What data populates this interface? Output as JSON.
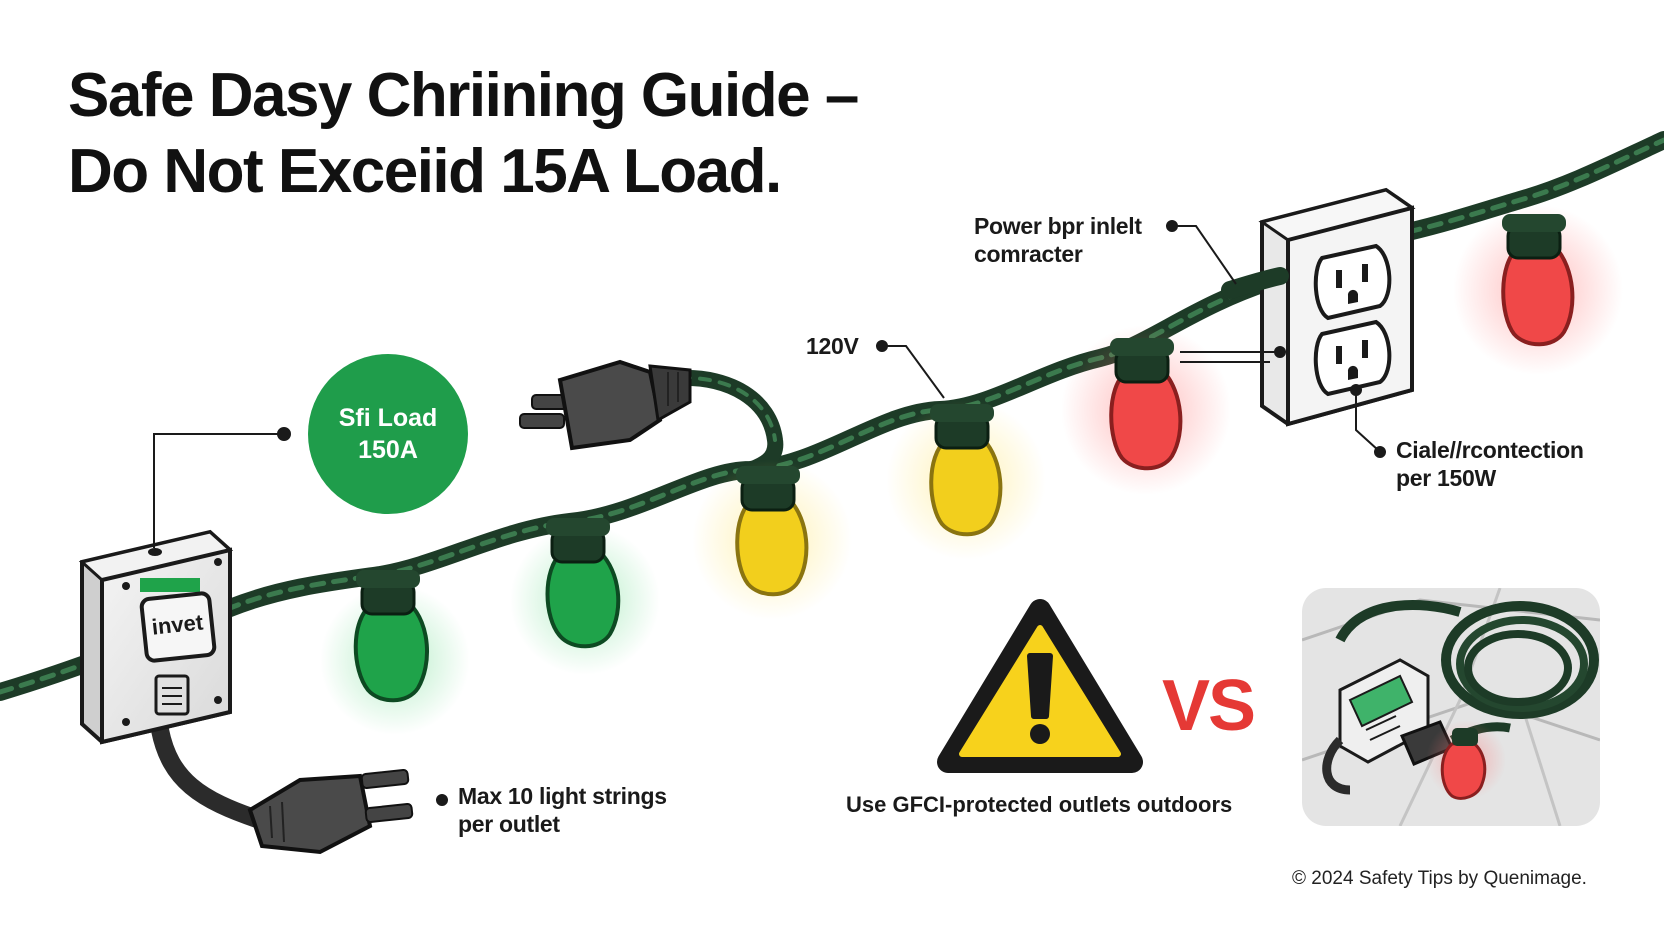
{
  "title": {
    "line1": "Safe Dasy Chriining Guide –",
    "line2": "Do Not Exceiid 15A Load."
  },
  "badge": {
    "line1": "Sfi Load",
    "line2": "150A",
    "color": "#1f9d4b"
  },
  "labels": {
    "power_inlet_line1": "Power bpr inlelt",
    "power_inlet_line2": "comracter",
    "voltage": "120V",
    "connection_line1": "Ciale//rcontection",
    "connection_line2": "per 150W",
    "max_strings_line1": "Max 10 light strings",
    "max_strings_line2": "per outlet",
    "box_label": "invet"
  },
  "warning": {
    "vs_text": "VS",
    "gfci_text": "Use GFCI-protected outlets outdoors",
    "icon": "warning-triangle-icon"
  },
  "footer": {
    "text": "© 2024 Safety Tips by Quenimage."
  },
  "colors": {
    "cord": "#24472f",
    "bulb_green": "#1fa34a",
    "bulb_yellow": "#f2cf1d",
    "bulb_red": "#f04848",
    "vs_red": "#e53935",
    "warning_yellow": "#f7d21c"
  }
}
